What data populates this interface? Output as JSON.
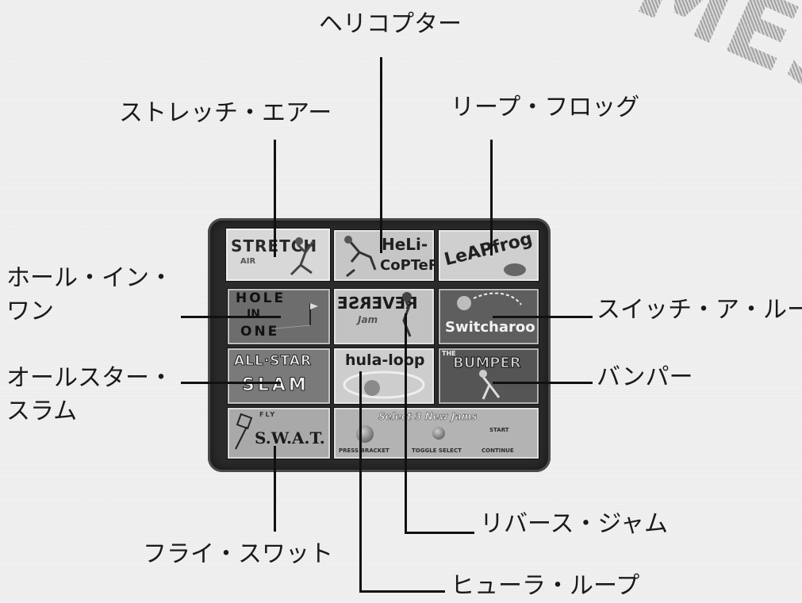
{
  "watermark": "MEST",
  "callouts": {
    "helicopter": "ヘリコプター",
    "stretch_air": "ストレッチ・エアー",
    "leap_frog": "リープ・フロッグ",
    "hole_in_one": "ホール・イン・ワン",
    "switch_a_roo": "スイッチ・ア・ルー",
    "all_star_slam": "オールスター・スラム",
    "bumper": "バンパー",
    "fly_swat": "フライ・スワット",
    "reverse_jam": "リバース・ジャム",
    "hula_loop": "ヒューラ・ループ"
  },
  "screen": {
    "tiles": {
      "stretch": "STRETCH",
      "stretch_sub": "AIR",
      "heli_top": "HeLi-",
      "heli_bottom": "CoPTeR",
      "leap": "LeAPfrog",
      "hole_line1": "HOLE",
      "hole_line2": "IN",
      "hole_line3": "ONE",
      "reverse": "REVERSE",
      "reverse_sub": "Jam",
      "switch": "Switcharoo",
      "allstar_line1": "ALL·STAR",
      "allstar_line2": "SLAM",
      "hula": "hula-loop",
      "bumper_small": "THE",
      "bumper": "BUMPER",
      "swat_top": "FLY",
      "swat": "S.W.A.T."
    },
    "select_panel": {
      "title": "Select 3 New Jams",
      "buttons": [
        "PRESS BRACKET",
        "TOGGLE SELECT",
        "CONTINUE"
      ],
      "continue_top": "START"
    }
  }
}
